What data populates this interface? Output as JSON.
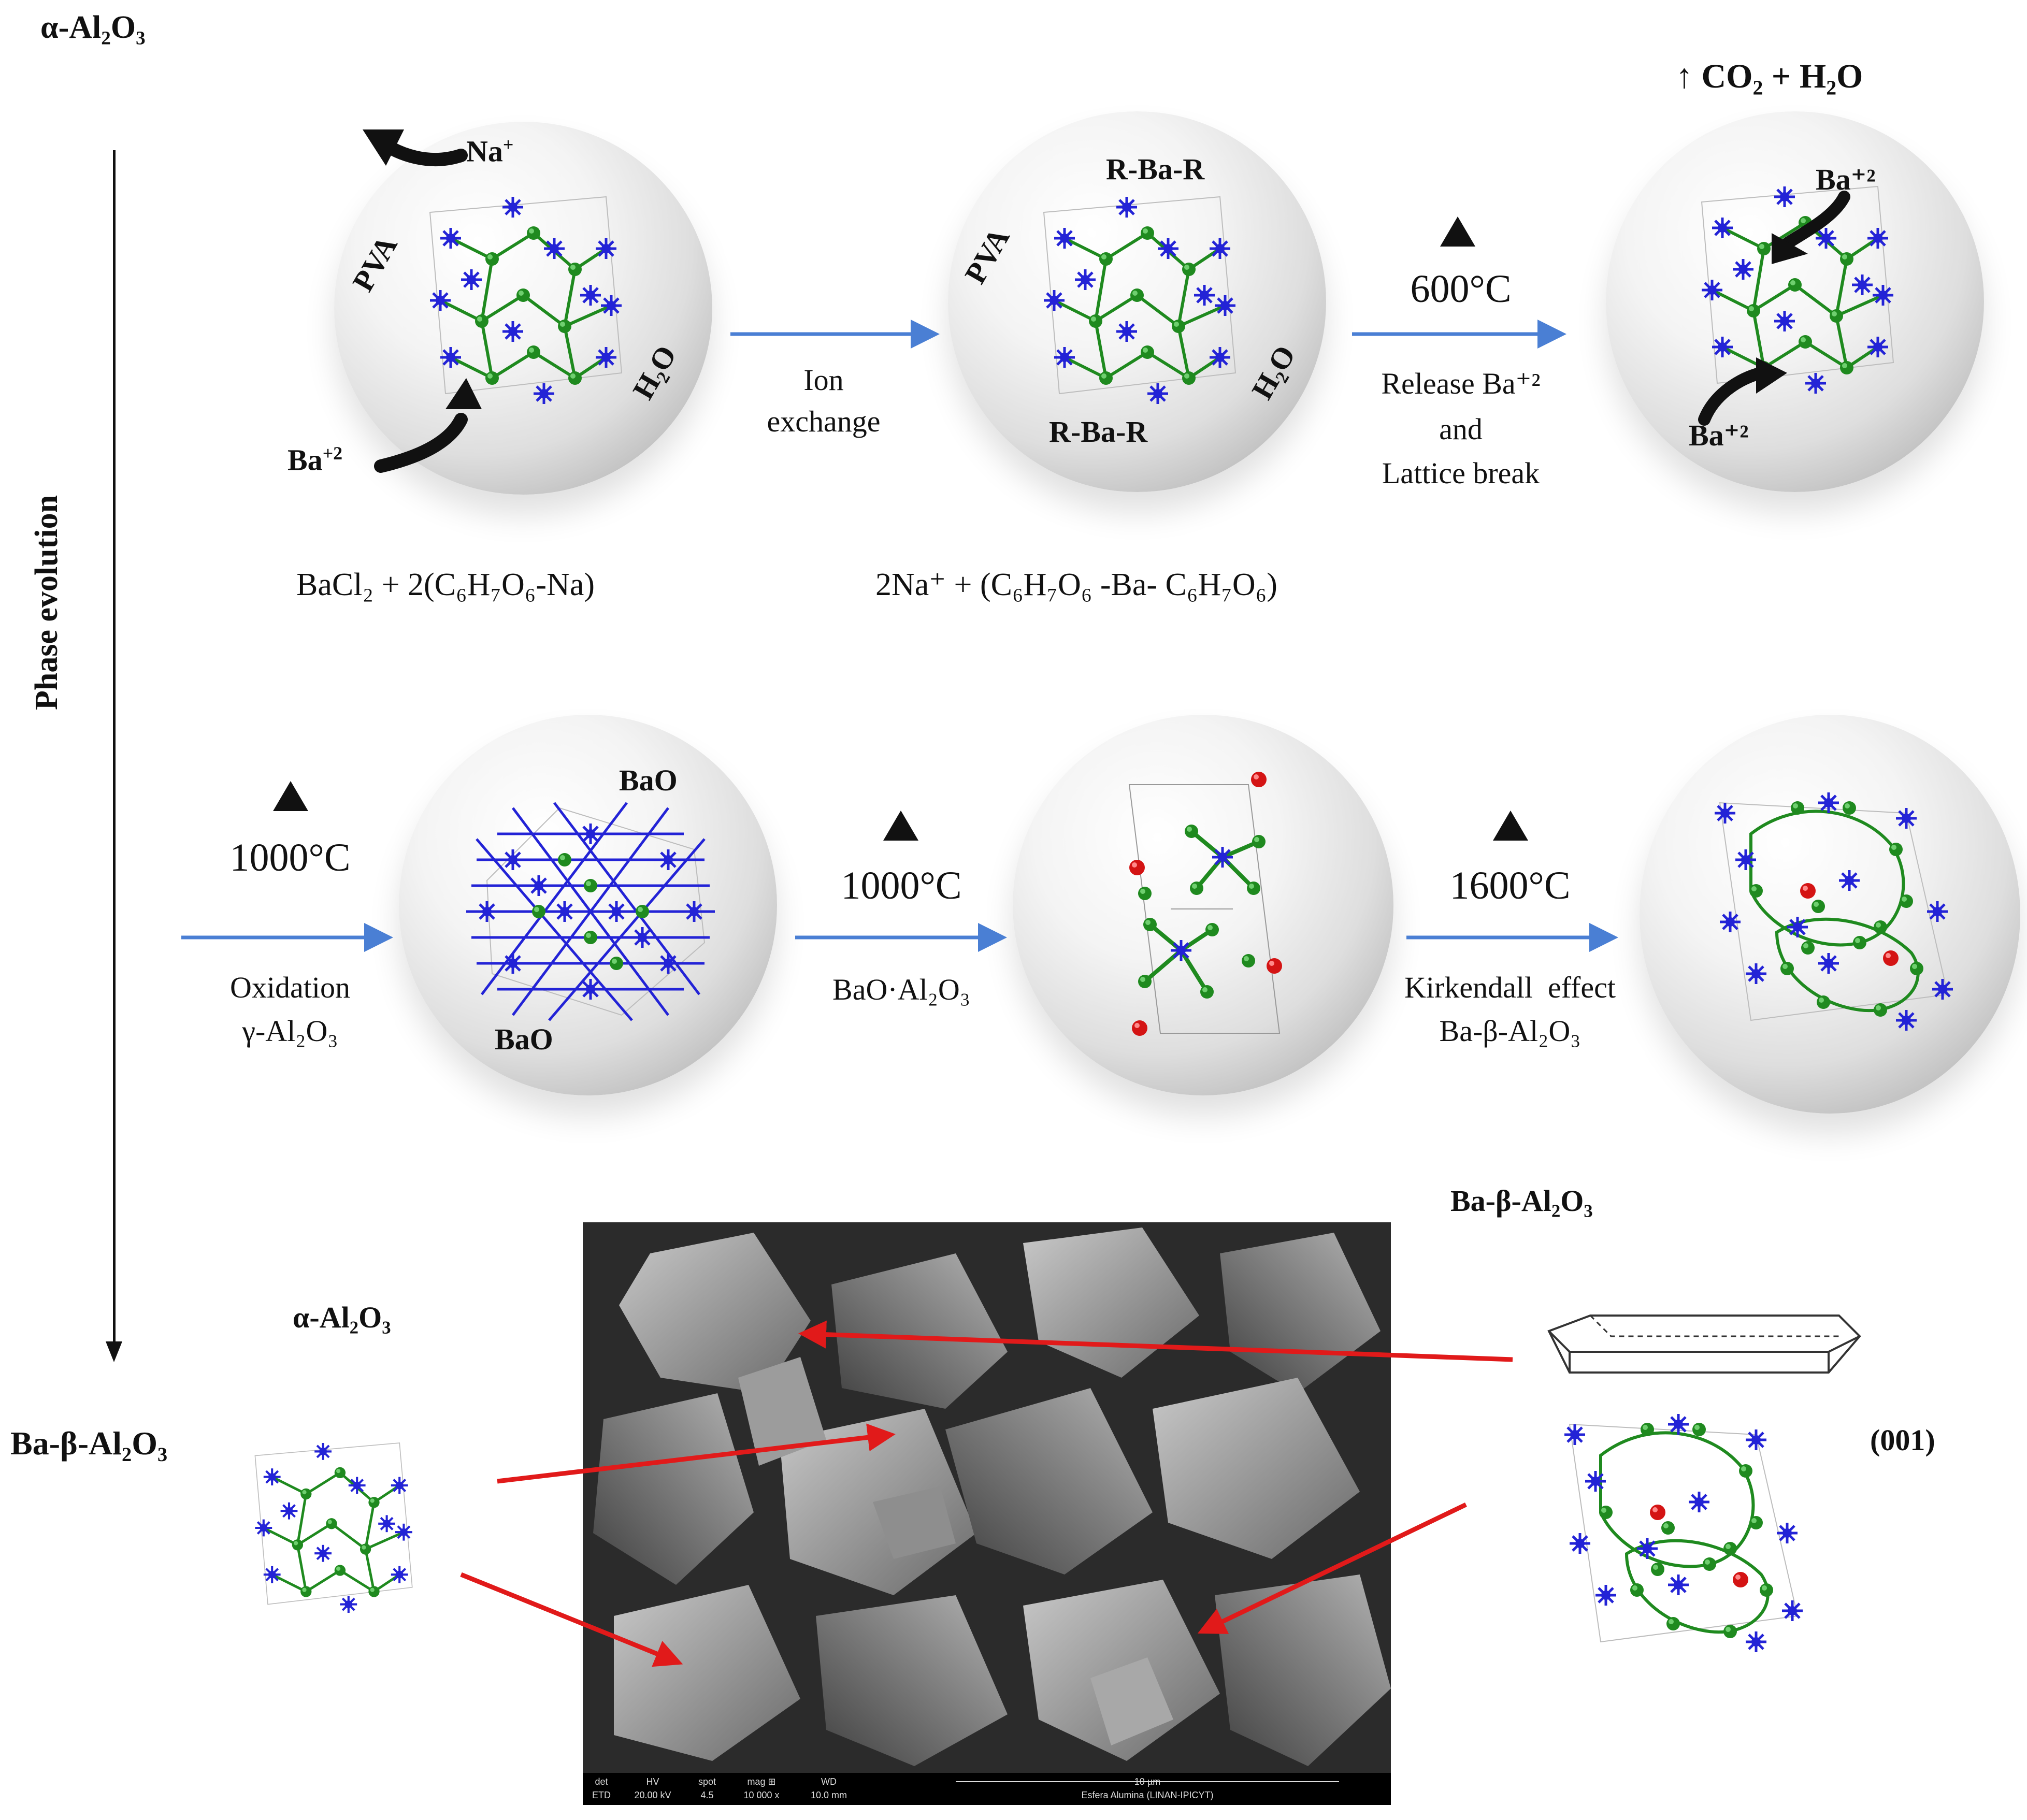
{
  "top_left_label": "α-Al₂O₃",
  "side_axis_label": "Phase evolution",
  "row1": {
    "sphere1": {
      "na": "Na",
      "na_charge": "+",
      "pva": "PVA",
      "h2o": "H₂O",
      "ba": "Ba",
      "ba_charge": "+2"
    },
    "arrow1": {
      "line1": "Ion",
      "line2": "exchange"
    },
    "sphere2": {
      "top": "R-Ba-R",
      "bottom": "R-Ba-R",
      "pva": "PVA",
      "h2o": "H₂O"
    },
    "arrow2": {
      "temp": "600°C",
      "line1": "Release Ba⁺²",
      "line2": "and",
      "line3": "Lattice break"
    },
    "sphere3": {
      "gas": "↑ CO₂ + H₂O",
      "ba_top": "Ba⁺²",
      "ba_bottom": "Ba⁺²"
    },
    "eq1": "BaCl₂ + 2(C₆H₇O₆-Na)",
    "eq2": "2Na⁺ + (C₆H₇O₆ -Ba- C₆H₇O₆)"
  },
  "row2": {
    "arrow1": {
      "temp": "1000°C",
      "line1": "Oxidation",
      "line2": "γ-Al₂O₃"
    },
    "sphere1": {
      "top": "BaO",
      "bottom": "BaO"
    },
    "arrow2": {
      "temp": "1000°C",
      "line1": "BaO·Al₂O₃"
    },
    "arrow3": {
      "temp": "1600°C",
      "line1": "Kirkendall  effect",
      "line2": "Ba-β-Al₂O₃"
    }
  },
  "row3": {
    "right_title": "Ba-β-Al₂O₃",
    "alpha_label": "α-Al₂O₃",
    "beta_label": "Ba-β-Al₂O₃",
    "plane_label": "(001)",
    "sem_bar": {
      "det_h": "det",
      "det_v": "ETD",
      "hv_h": "HV",
      "hv_v": "20.00 kV",
      "spot_h": "spot",
      "spot_v": "4.5",
      "mag_h": "mag ⊞",
      "mag_v": "10 000 x",
      "wd_h": "WD",
      "wd_v": "10.0 mm",
      "scale": "10 µm",
      "caption": "Esfera Alumina   (LINAN-IPICYT)"
    }
  },
  "colors": {
    "arrow_blue": "#4a7fd4",
    "atom_blue": "#2323d6",
    "atom_green": "#1f8a1f",
    "atom_red": "#d41414",
    "pointer_red": "#e11a1a"
  }
}
